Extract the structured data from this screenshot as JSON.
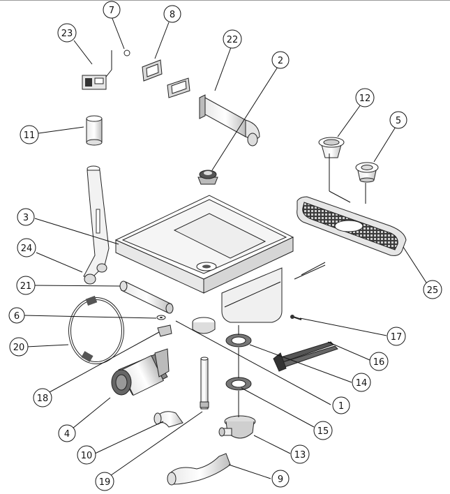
{
  "diagram": {
    "type": "exploded parts view",
    "callouts": [
      {
        "id": "c1",
        "label": "1"
      },
      {
        "id": "c2",
        "label": "2"
      },
      {
        "id": "c3",
        "label": "3"
      },
      {
        "id": "c4",
        "label": "4"
      },
      {
        "id": "c5",
        "label": "5"
      },
      {
        "id": "c6",
        "label": "6"
      },
      {
        "id": "c7",
        "label": "7"
      },
      {
        "id": "c8",
        "label": "8"
      },
      {
        "id": "c9",
        "label": "9"
      },
      {
        "id": "c10",
        "label": "10"
      },
      {
        "id": "c11",
        "label": "11"
      },
      {
        "id": "c12",
        "label": "12"
      },
      {
        "id": "c13",
        "label": "13"
      },
      {
        "id": "c14",
        "label": "14"
      },
      {
        "id": "c15",
        "label": "15"
      },
      {
        "id": "c16",
        "label": "16"
      },
      {
        "id": "c17",
        "label": "17"
      },
      {
        "id": "c18",
        "label": "18"
      },
      {
        "id": "c19",
        "label": "19"
      },
      {
        "id": "c20",
        "label": "20"
      },
      {
        "id": "c21",
        "label": "21"
      },
      {
        "id": "c22",
        "label": "22"
      },
      {
        "id": "c23",
        "label": "23"
      },
      {
        "id": "c24",
        "label": "24"
      },
      {
        "id": "c25",
        "label": "25"
      }
    ],
    "colors": {
      "line": "#111111",
      "part_fill": "#ffffff",
      "shade": "#cfcfcf",
      "grille": "#3a3a3a",
      "background": "#ffffff"
    }
  }
}
